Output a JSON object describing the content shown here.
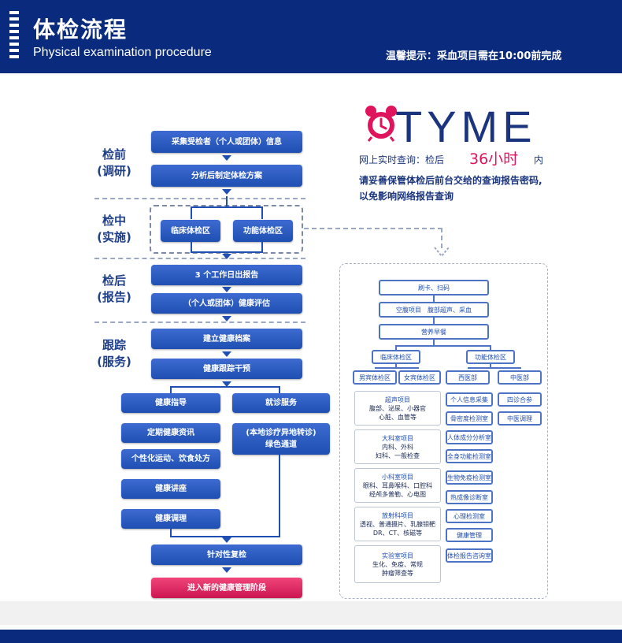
{
  "header": {
    "title_cn": "体检流程",
    "title_en": "Physical examination procedure",
    "notice": "温馨提示：采血项目需在10:00前完成"
  },
  "stages": [
    "检前\n(调研)",
    "检中\n(实施)",
    "检后\n(报告)",
    "跟踪\n(服务)"
  ],
  "stage_lines": [
    [
      "检前",
      "(调研)"
    ],
    [
      "检中",
      "(实施)"
    ],
    [
      "检后",
      "(报告)"
    ],
    [
      "跟踪",
      "(服务)"
    ]
  ],
  "flow": {
    "collect": "采集受检者（个人或团体）信息",
    "plan": "分析后制定体检方案",
    "clinical": "临床体检区",
    "functional": "功能体检区",
    "report": "3 个工作日出报告",
    "assess": "（个人或团体）健康评估",
    "archive": "建立健康档案",
    "intervene": "健康跟踪干预",
    "guidance": "健康指导",
    "medical_service": "就诊服务",
    "info": "定期健康资讯",
    "local_referral_1": "(本地诊疗异地转诊)",
    "local_referral_2": "绿色通道",
    "exercise": "个性化运动、饮食处方",
    "lecture": "健康讲座",
    "conditioning": "健康调理",
    "recheck": "针对性复检",
    "next_stage": "进入新的健康管理阶段"
  },
  "tyme": {
    "brand": "TYME",
    "query_label": "网上实时查询：检后",
    "hours": "36小时",
    "within": "内",
    "note_line1": "请妥善保管体检后前台交给的查询报告密码,",
    "note_line2": "以免影响网络报告查询"
  },
  "panel": {
    "card": "刷卡、扫码",
    "fasting": "空腹项目　腹部超声、采血",
    "breakfast": "营养早餐",
    "clinical_zone": "临床体检区",
    "functional_zone": "功能体检区",
    "male_zone": "男宾体检区",
    "female_zone": "女宾体检区",
    "western": "西医部",
    "tcm": "中医部",
    "groups": [
      {
        "title": "超声项目",
        "lines": [
          "腹部、泌尿、小器官",
          "心脏、血管等"
        ]
      },
      {
        "title": "大科室项目",
        "lines": [
          "内科、外科",
          "妇科、一般检查"
        ]
      },
      {
        "title": "小科室项目",
        "lines": [
          "眼科、耳鼻喉科、口腔科",
          "经颅多普勒、心电图"
        ]
      },
      {
        "title": "放射科项目",
        "lines": [
          "透视、普通摄片、乳腺钼靶",
          "DR、CT、核磁等"
        ]
      },
      {
        "title": "实验室项目",
        "lines": [
          "生化、免疫、常规",
          "肿瘤筛查等"
        ]
      }
    ],
    "western_items": [
      "个人信息采集",
      "骨密度检测室",
      "人体成分分析室",
      "全身功能检测室",
      "生物免疫检测室",
      "热成像诊断室",
      "心理检测室",
      "健康管理",
      "体检报告咨询室"
    ],
    "tcm_items": [
      "四诊合参",
      "中医调理"
    ]
  },
  "colors": {
    "header_bg": "#0a2b7d",
    "box_blue": "#1f4fb2",
    "box_pink": "#e0145c",
    "text_dark_blue": "#1a357e"
  }
}
